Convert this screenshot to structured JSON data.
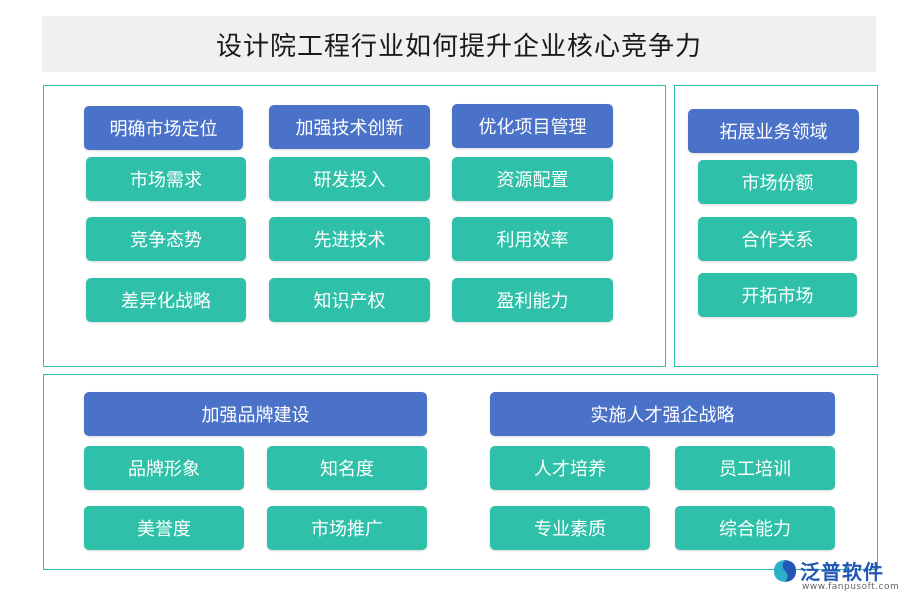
{
  "title": "设计院工程行业如何提升企业核心竞争力",
  "colors": {
    "head": "#4a72c8",
    "item": "#2ec0a8",
    "border": "#2fbfa8"
  },
  "sections": {
    "market": {
      "head": "明确市场定位",
      "items": [
        "市场需求",
        "竞争态势",
        "差异化战略"
      ]
    },
    "tech": {
      "head": "加强技术创新",
      "items": [
        "研发投入",
        "先进技术",
        "知识产权"
      ]
    },
    "project": {
      "head": "优化项目管理",
      "items": [
        "资源配置",
        "利用效率",
        "盈利能力"
      ]
    },
    "business": {
      "head": "拓展业务领域",
      "items": [
        "市场份额",
        "合作关系",
        "开拓市场"
      ]
    },
    "brand": {
      "head": "加强品牌建设",
      "items": [
        "品牌形象",
        "知名度",
        "美誉度",
        "市场推广"
      ]
    },
    "talent": {
      "head": "实施人才强企战略",
      "items": [
        "人才培养",
        "员工培训",
        "专业素质",
        "综合能力"
      ]
    }
  },
  "logo": {
    "name": "泛普软件",
    "url": "www.fanpusoft.com",
    "icon": "fanpu-logo-icon"
  }
}
